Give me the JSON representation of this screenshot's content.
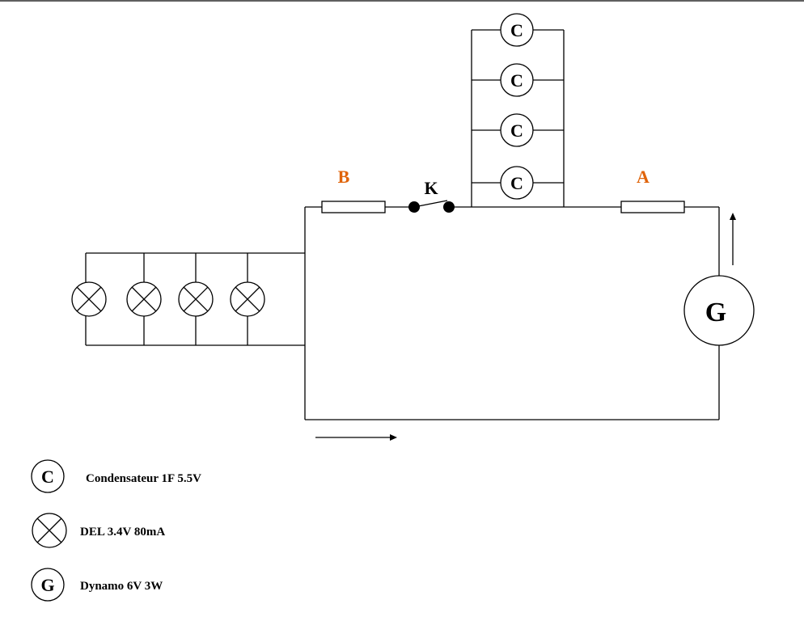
{
  "labels": {
    "resistor_a": "A",
    "resistor_b": "B",
    "switch": "K",
    "generator": "G",
    "capacitor": "C"
  },
  "colors": {
    "label_accent": "#e0640a",
    "line": "#000000"
  },
  "legend": [
    {
      "symbol": "C",
      "icon": "capacitor-icon",
      "text": "Condensateur 1F 5.5V"
    },
    {
      "symbol": "",
      "icon": "led-icon",
      "text": "DEL 3.4V 80mA"
    },
    {
      "symbol": "G",
      "icon": "generator-icon",
      "text": "Dynamo 6V 3W"
    }
  ]
}
